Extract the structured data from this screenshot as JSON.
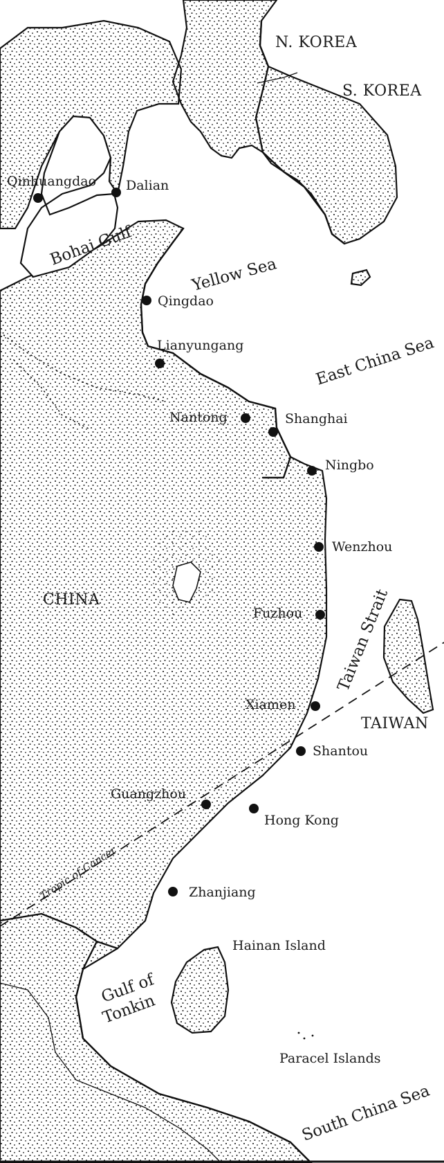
{
  "map": {
    "countries": {
      "north_korea": "N. KOREA",
      "south_korea": "S. KOREA",
      "china": "CHINA",
      "taiwan": "TAIWAN"
    },
    "water_bodies": {
      "bohai_gulf": "Bohai Gulf",
      "yellow_sea": "Yellow Sea",
      "east_china_sea": "East China Sea",
      "taiwan_strait": "Taiwan Strait",
      "gulf_of_tonkin_line1": "Gulf of",
      "gulf_of_tonkin_line2": "Tonkin",
      "south_china_sea": "South China Sea"
    },
    "islands": {
      "hainan": "Hainan Island",
      "paracel": "Paracel Islands"
    },
    "tropic_of_cancer": "Tropic of Cancer",
    "cities": {
      "qinhuangdao": "Qinhuangdao",
      "dalian": "Dalian",
      "qingdao": "Qingdao",
      "lianyungang": "Lianyungang",
      "nantong": "Nantong",
      "shanghai": "Shanghai",
      "ningbo": "Ningbo",
      "wenzhou": "Wenzhou",
      "fuzhou": "Fuzhou",
      "xiamen": "Xiamen",
      "shantou": "Shantou",
      "guangzhou": "Guangzhou",
      "hong_kong": "Hong Kong",
      "zhanjiang": "Zhanjiang"
    }
  }
}
